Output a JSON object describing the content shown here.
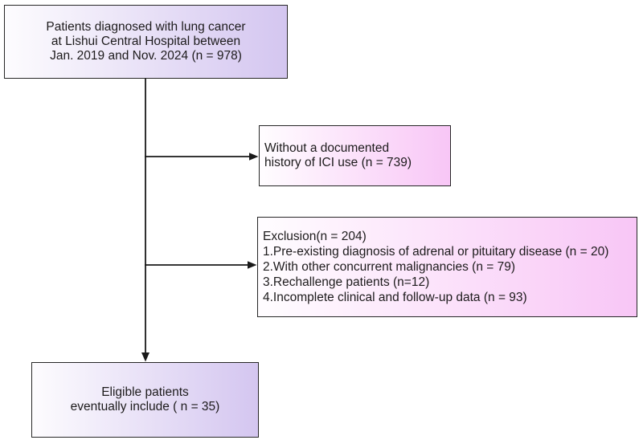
{
  "figure": {
    "type": "flowchart",
    "description": "Patient selection flow diagram"
  },
  "colors": {
    "line": "#1a1a1a",
    "text": "#1d1b1c",
    "purple_start": "#fdfcfe",
    "purple_end": "#d4c6f0",
    "pink_start": "#fffdff",
    "pink_end": "#f8c6f6"
  },
  "boxes": {
    "patients": {
      "lines": [
        "Patients diagnosed with lung cancer",
        "at Lishui Central Hospital between",
        "Jan. 2019 and Nov. 2024 (n = 978)"
      ]
    },
    "no_ici": {
      "lines": [
        "Without a documented",
        "history of ICI use (n = 739)"
      ]
    },
    "exclusion": {
      "lines": [
        "Exclusion(n = 204)",
        "1.Pre-existing diagnosis of adrenal or pituitary disease (n = 20)",
        "2.With other concurrent malignancies (n = 79)",
        "3.Rechallenge patients (n=12)",
        "4.Incomplete clinical and follow-up data (n = 93)"
      ]
    },
    "eligible": {
      "lines": [
        "Eligible patients",
        "eventually include ( n = 35)"
      ]
    }
  },
  "connectors": [
    {
      "from": "patients",
      "to": "eligible",
      "direction": "down"
    },
    {
      "from": "patients",
      "to": "no_ici",
      "direction": "right"
    },
    {
      "from": "patients",
      "to": "exclusion",
      "direction": "right"
    }
  ]
}
